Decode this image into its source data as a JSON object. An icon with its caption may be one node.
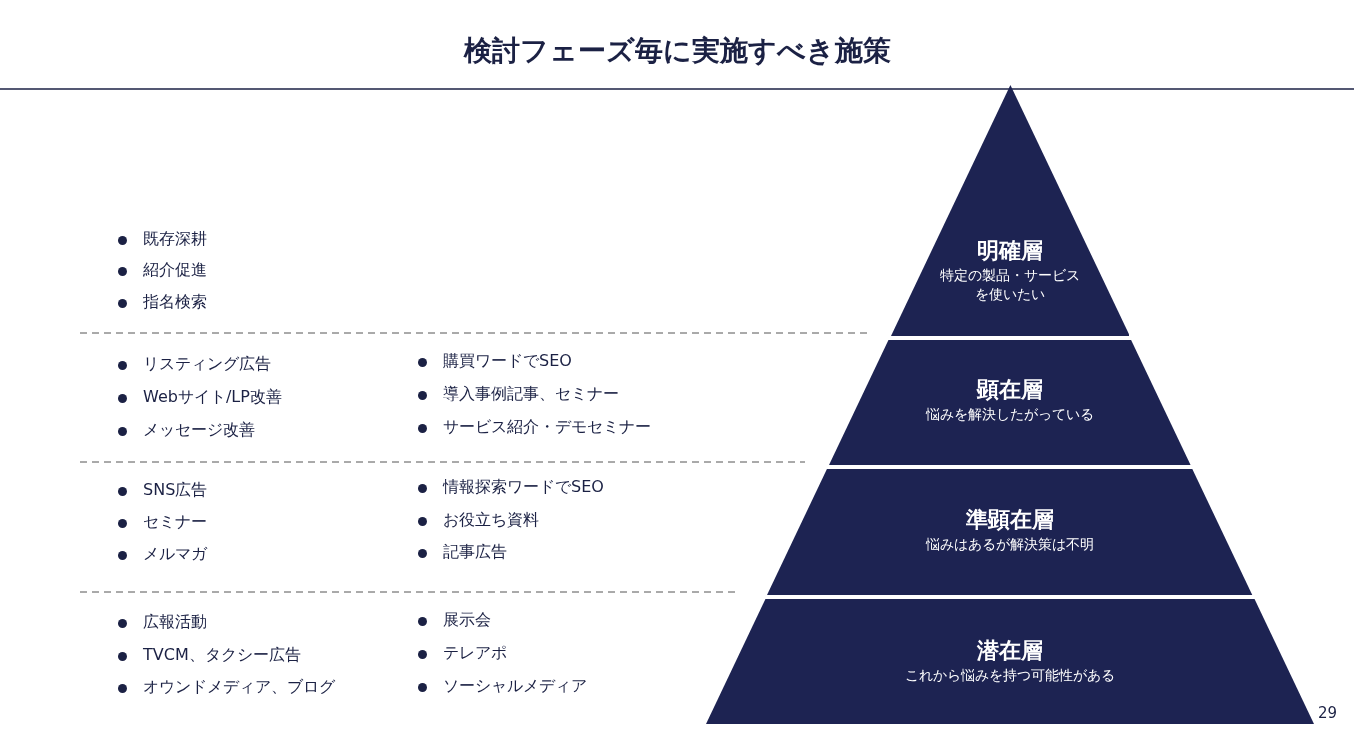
{
  "diagram": {
    "title": "検討フェーズ毎に実施すべき施策",
    "nodes": [
      {
        "text": [
          "明確層",
          "特定の製品・サービスを使いたい"
        ]
      },
      {
        "text": [
          "顕在層",
          "悩みを解決したがっている"
        ]
      },
      {
        "text": [
          "準顕在層",
          "悩みはあるが解決策は不明"
        ]
      },
      {
        "text": [
          "潜在層",
          "これから悩みを持つ可能性がある"
        ]
      }
    ],
    "edges": [],
    "labels": [
      "既存深耕",
      "紹介促進",
      "指名検索",
      "リスティング広告",
      "Webサイト/LP改善",
      "メッセージ改善",
      "購買ワードでSEO",
      "導入事例記事、セミナー",
      "サービス紹介・デモセミナー",
      "SNS広告",
      "セミナー",
      "メルマガ",
      "情報探索ワードでSEO",
      "お役立ち資料",
      "記事広告",
      "広報活動",
      "TVCM、タクシー広告",
      "オウンドメディア、ブログ",
      "展示会",
      "テレアポ",
      "ソーシャルメディア",
      "29"
    ]
  }
}
